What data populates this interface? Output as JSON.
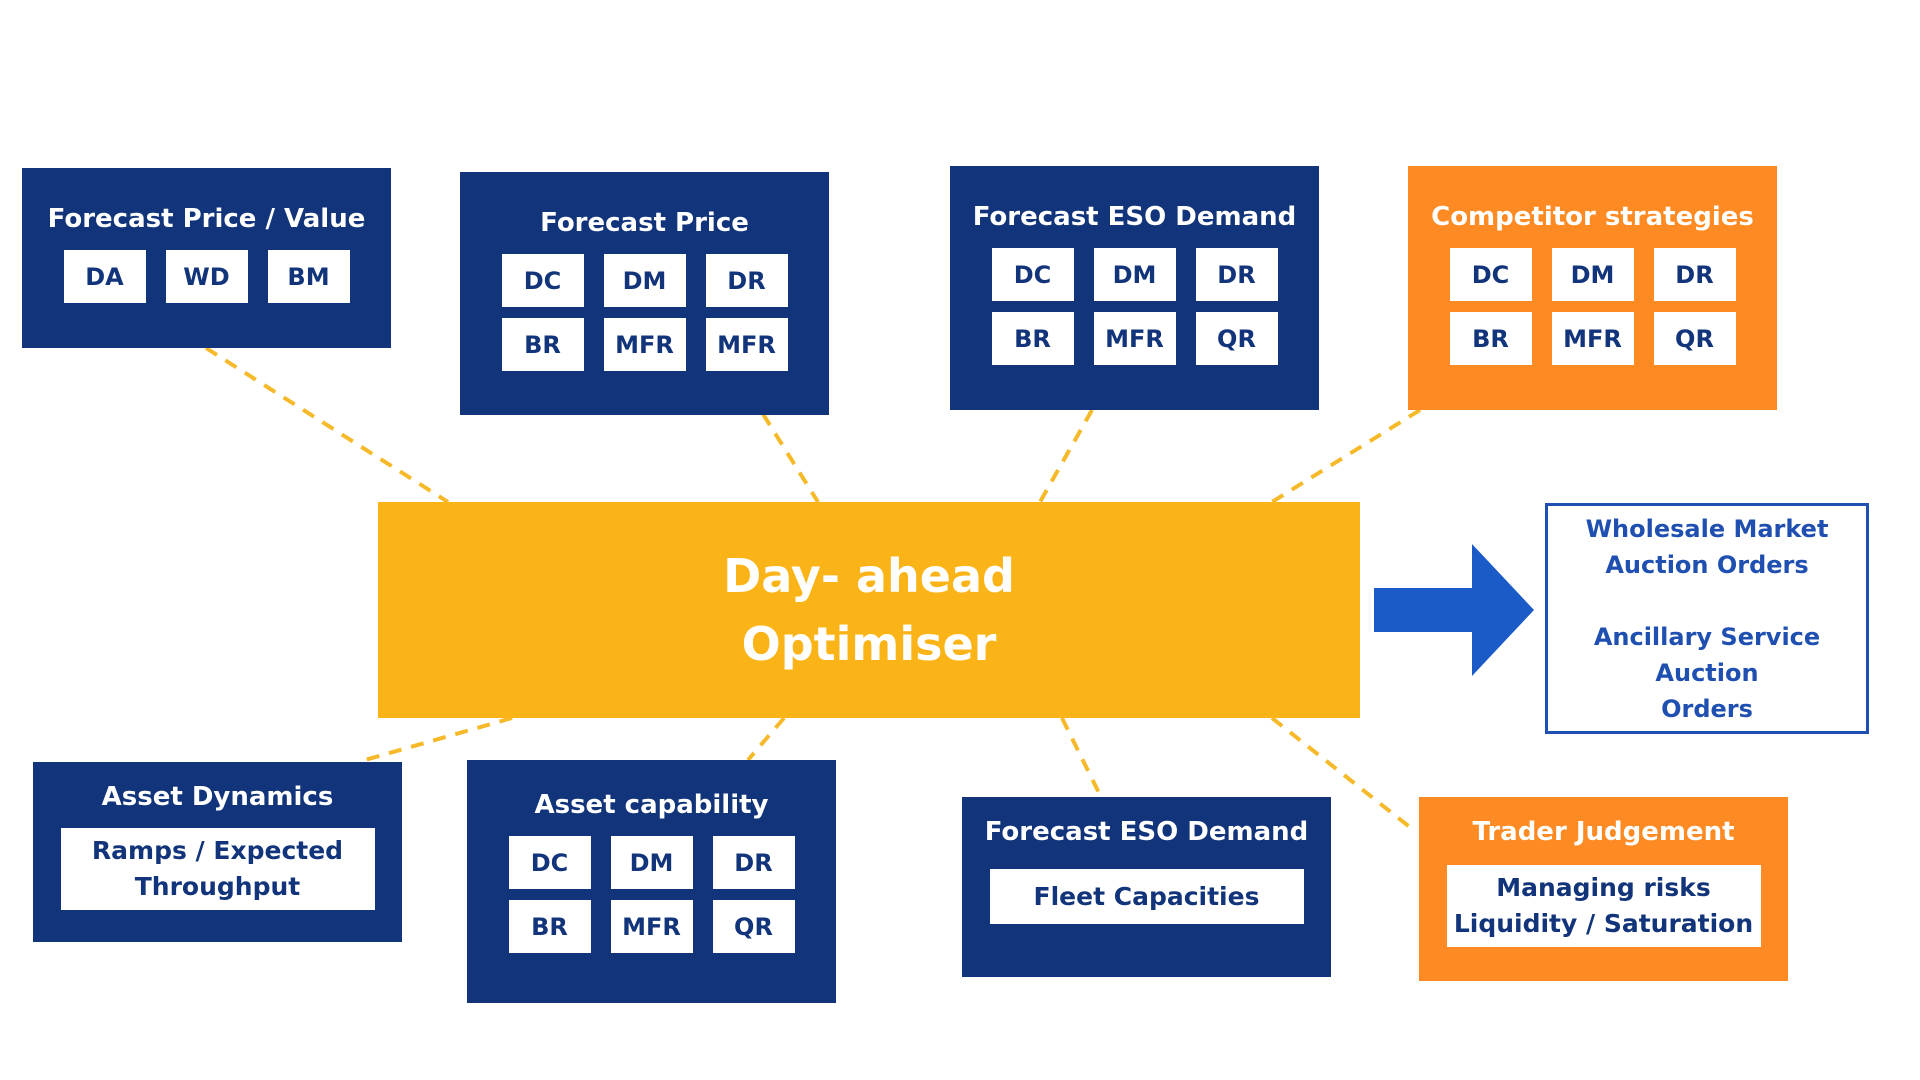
{
  "colors": {
    "navy": "#12347a",
    "orange": "#fd8a22",
    "yellow": "#fbb417",
    "connector": "#f5b929",
    "arrow": "#1a5bc8",
    "output_text": "#1f4fb0"
  },
  "optimiser": {
    "line1": "Day- ahead",
    "line2": "Optimiser"
  },
  "top_inputs": {
    "forecast_price_value": {
      "title": "Forecast Price / Value",
      "tiles": [
        "DA",
        "WD",
        "BM"
      ]
    },
    "forecast_price": {
      "title": "Forecast Price",
      "tiles": [
        "DC",
        "DM",
        "DR",
        "BR",
        "MFR",
        "MFR"
      ]
    },
    "forecast_eso_demand": {
      "title": "Forecast ESO Demand",
      "tiles": [
        "DC",
        "DM",
        "DR",
        "BR",
        "MFR",
        "QR"
      ]
    },
    "competitor_strategies": {
      "title": "Competitor strategies",
      "tiles": [
        "DC",
        "DM",
        "DR",
        "BR",
        "MFR",
        "QR"
      ]
    }
  },
  "bottom_inputs": {
    "asset_dynamics": {
      "title": "Asset Dynamics",
      "panel_lines": [
        "Ramps / Expected",
        "Throughput"
      ]
    },
    "asset_capability": {
      "title": "Asset capability",
      "tiles": [
        "DC",
        "DM",
        "DR",
        "BR",
        "MFR",
        "QR"
      ]
    },
    "forecast_eso_demand_2": {
      "title": "Forecast ESO Demand",
      "panel_lines": [
        "Fleet Capacities"
      ]
    },
    "trader_judgement": {
      "title": "Trader Judgement",
      "panel_lines": [
        "Managing risks",
        "Liquidity / Saturation"
      ]
    }
  },
  "outputs": {
    "wholesale_lines": [
      "Wholesale Market",
      "Auction Orders"
    ],
    "ancillary_lines": [
      "Ancillary Service Auction",
      "Orders"
    ]
  }
}
